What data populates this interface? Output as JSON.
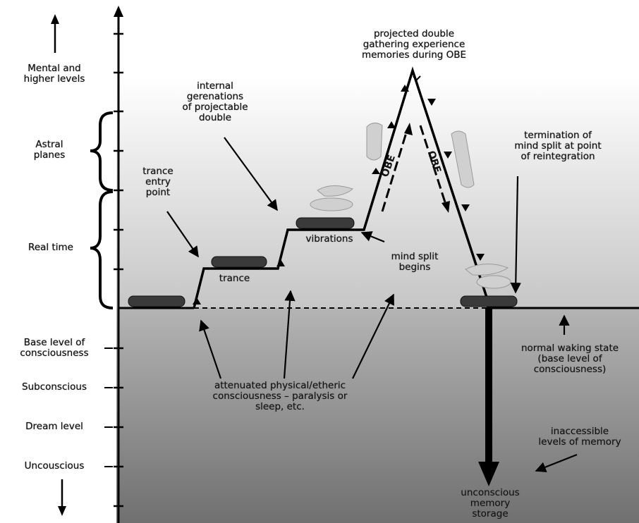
{
  "left_axis": {
    "mental_higher": "Mental and\nhigher levels",
    "astral_planes": "Astral\nplanes",
    "real_time": "Real time",
    "base_level": "Base level of\nconsciousness",
    "subconscious": "Subconscious",
    "dream_level": "Dream level",
    "unconscious": "Uncouscious"
  },
  "annotations": {
    "projected_double": "projected double\ngathering experience\nmemories during OBE",
    "internal_generations": "internal\ngerenations\nof projectable\ndouble",
    "trance_entry": "trance\nentry\npoint",
    "termination": "termination of\nmind split at point\nof reintegration",
    "vibrations": "vibrations",
    "trance": "trance",
    "mind_split": "mind split\nbegins",
    "attenuated": "attenuated physical/etheric\nconsciousness – paralysis or\nsleep, etc.",
    "normal_waking": "normal waking state\n(base level of\nconsciousness)",
    "inaccessible": "inaccessible\nlevels of memory",
    "unconscious_storage": "unconscious\nmemory\nstorage",
    "obe_up": "OBE",
    "obe_down": "OBE"
  },
  "colors": {
    "line": "#000000",
    "dark_zone": "#808080",
    "light_zone": "#e8e8e8"
  }
}
